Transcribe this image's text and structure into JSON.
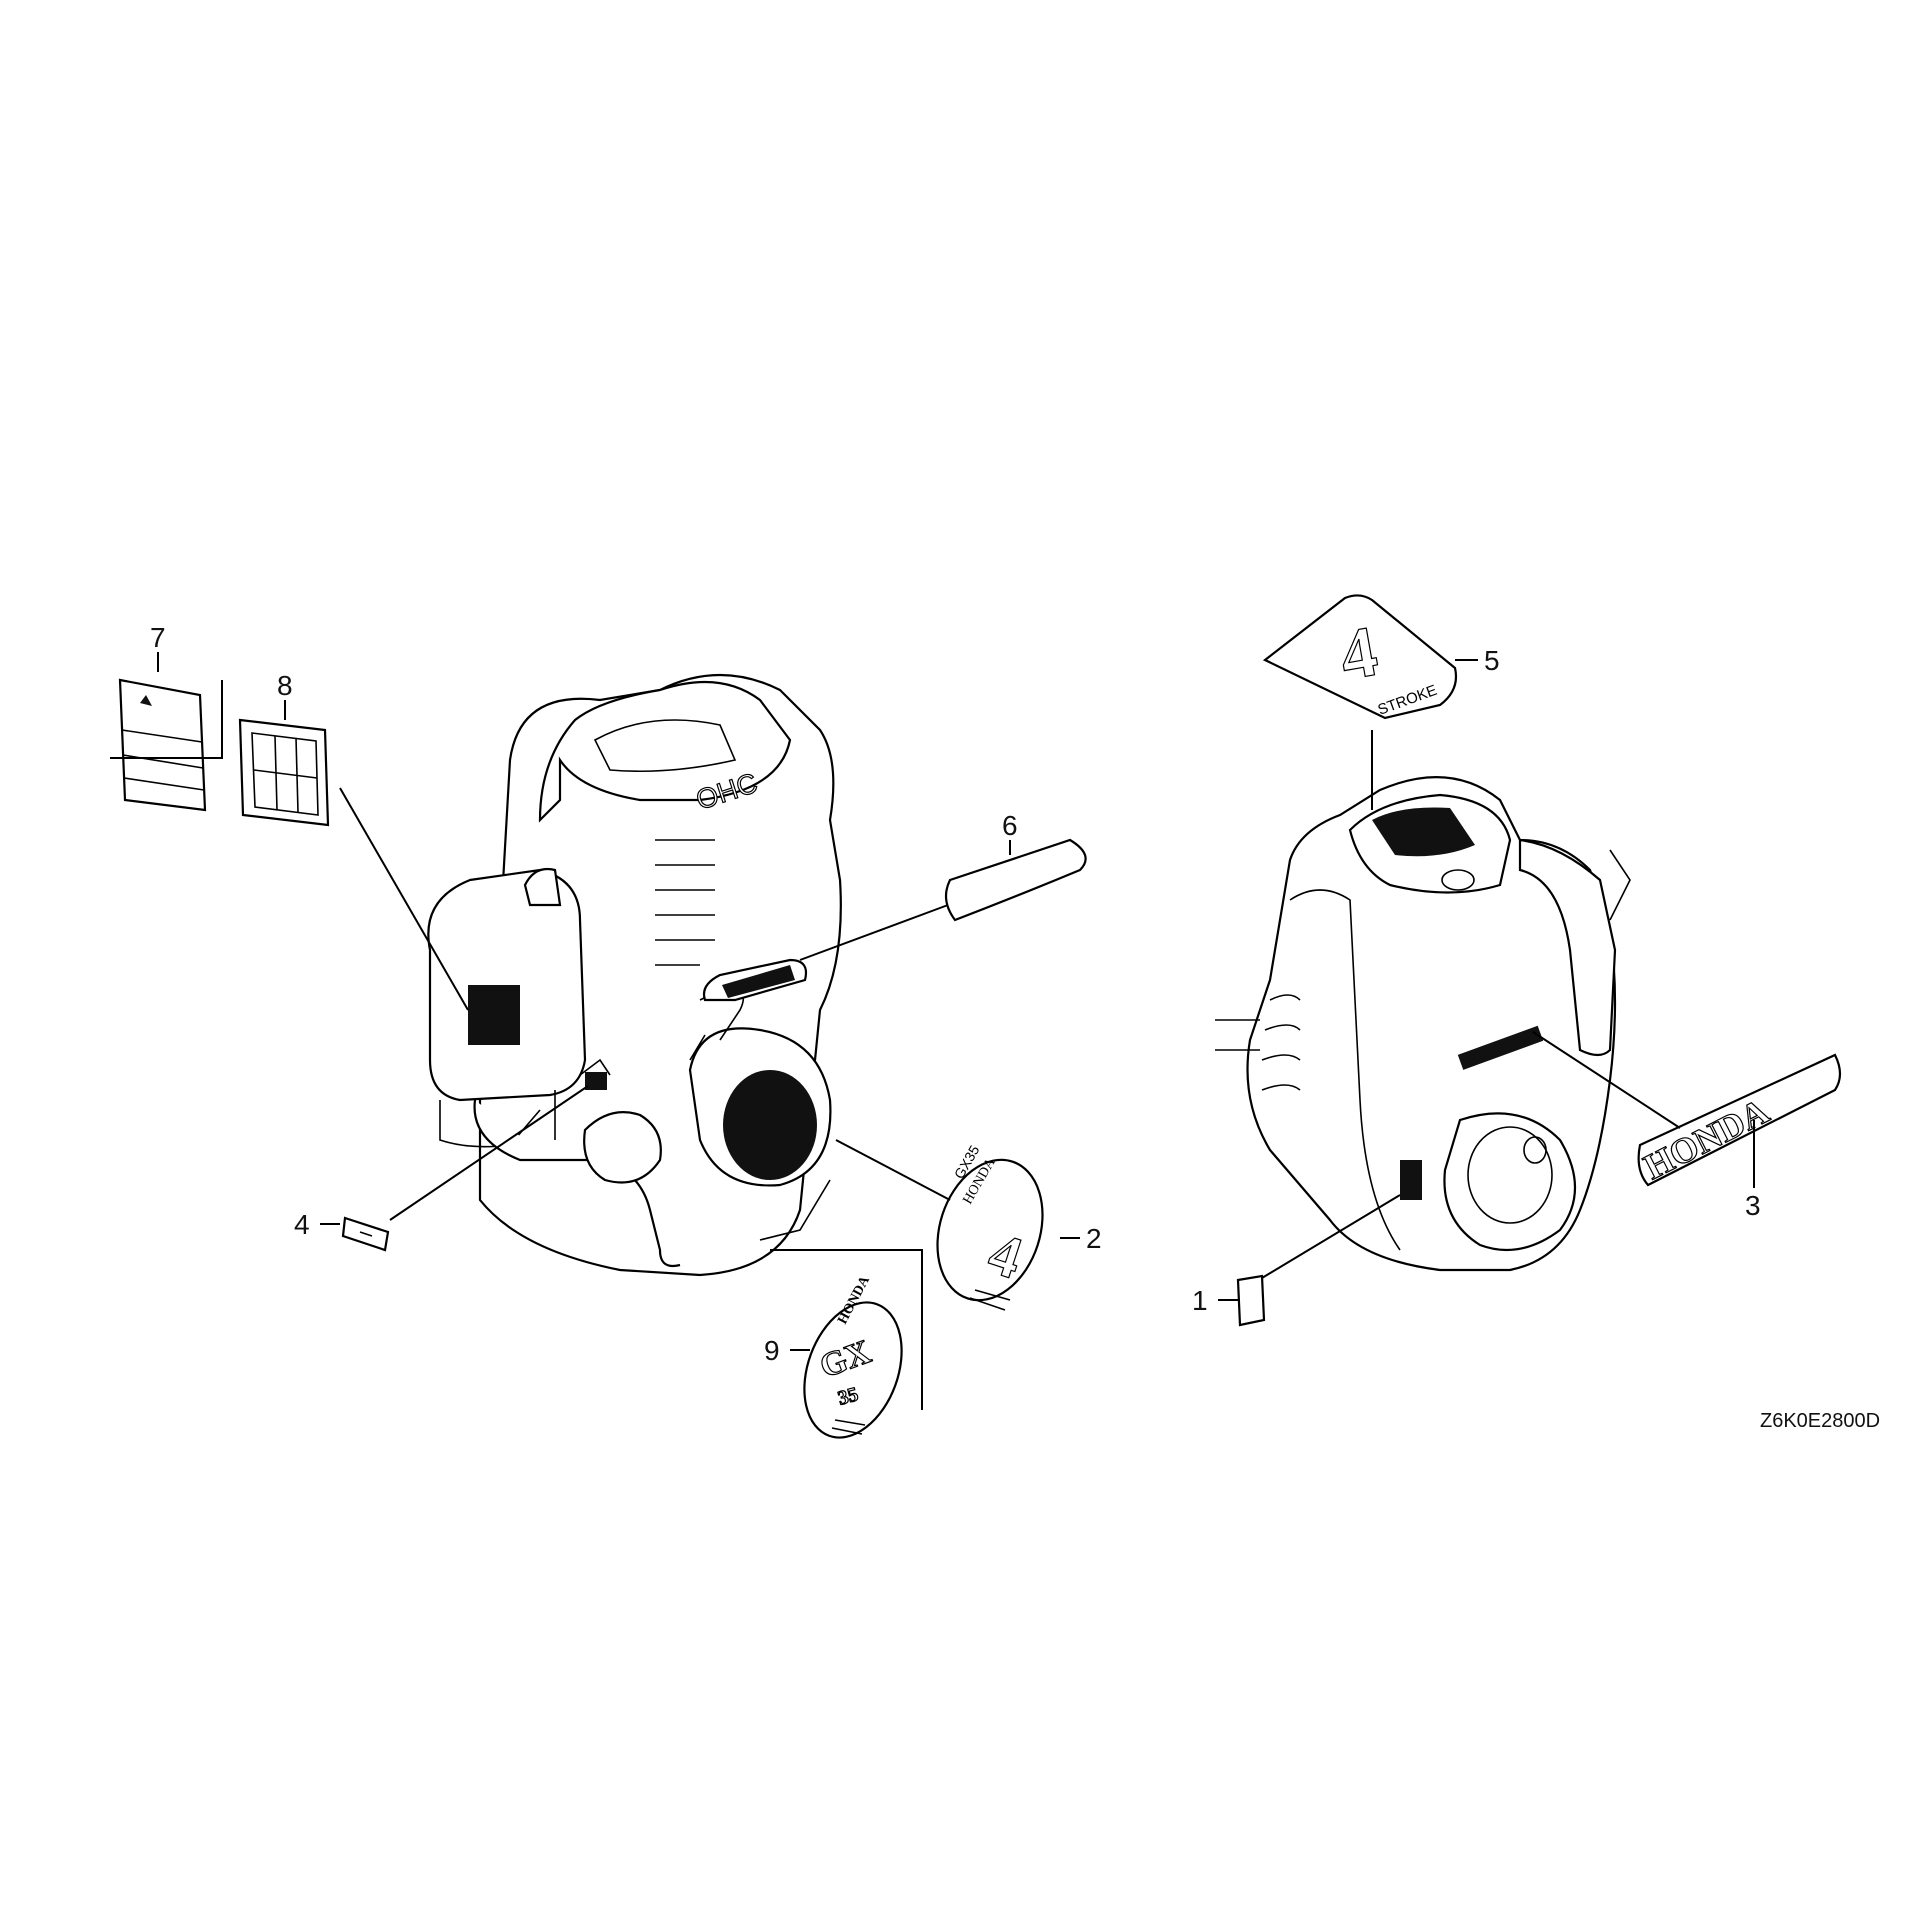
{
  "diagram_code": "Z6K0E2800D",
  "callouts": {
    "c1": "1",
    "c2": "2",
    "c3": "3",
    "c4": "4",
    "c5": "5",
    "c6": "6",
    "c7": "7",
    "c8": "8",
    "c9": "9"
  },
  "engine_marking": "OHC",
  "decals": {
    "honda_wordmark": "HONDA",
    "stroke_label": "STROKE",
    "stroke_number": "4",
    "emblem_model": "GX35",
    "emblem_brand": "HONDA",
    "emblem_number": "4",
    "badge_brand": "HONDA",
    "badge_series": "GX",
    "badge_number": "35"
  },
  "colors": {
    "line": "#000000",
    "background": "#ffffff"
  }
}
